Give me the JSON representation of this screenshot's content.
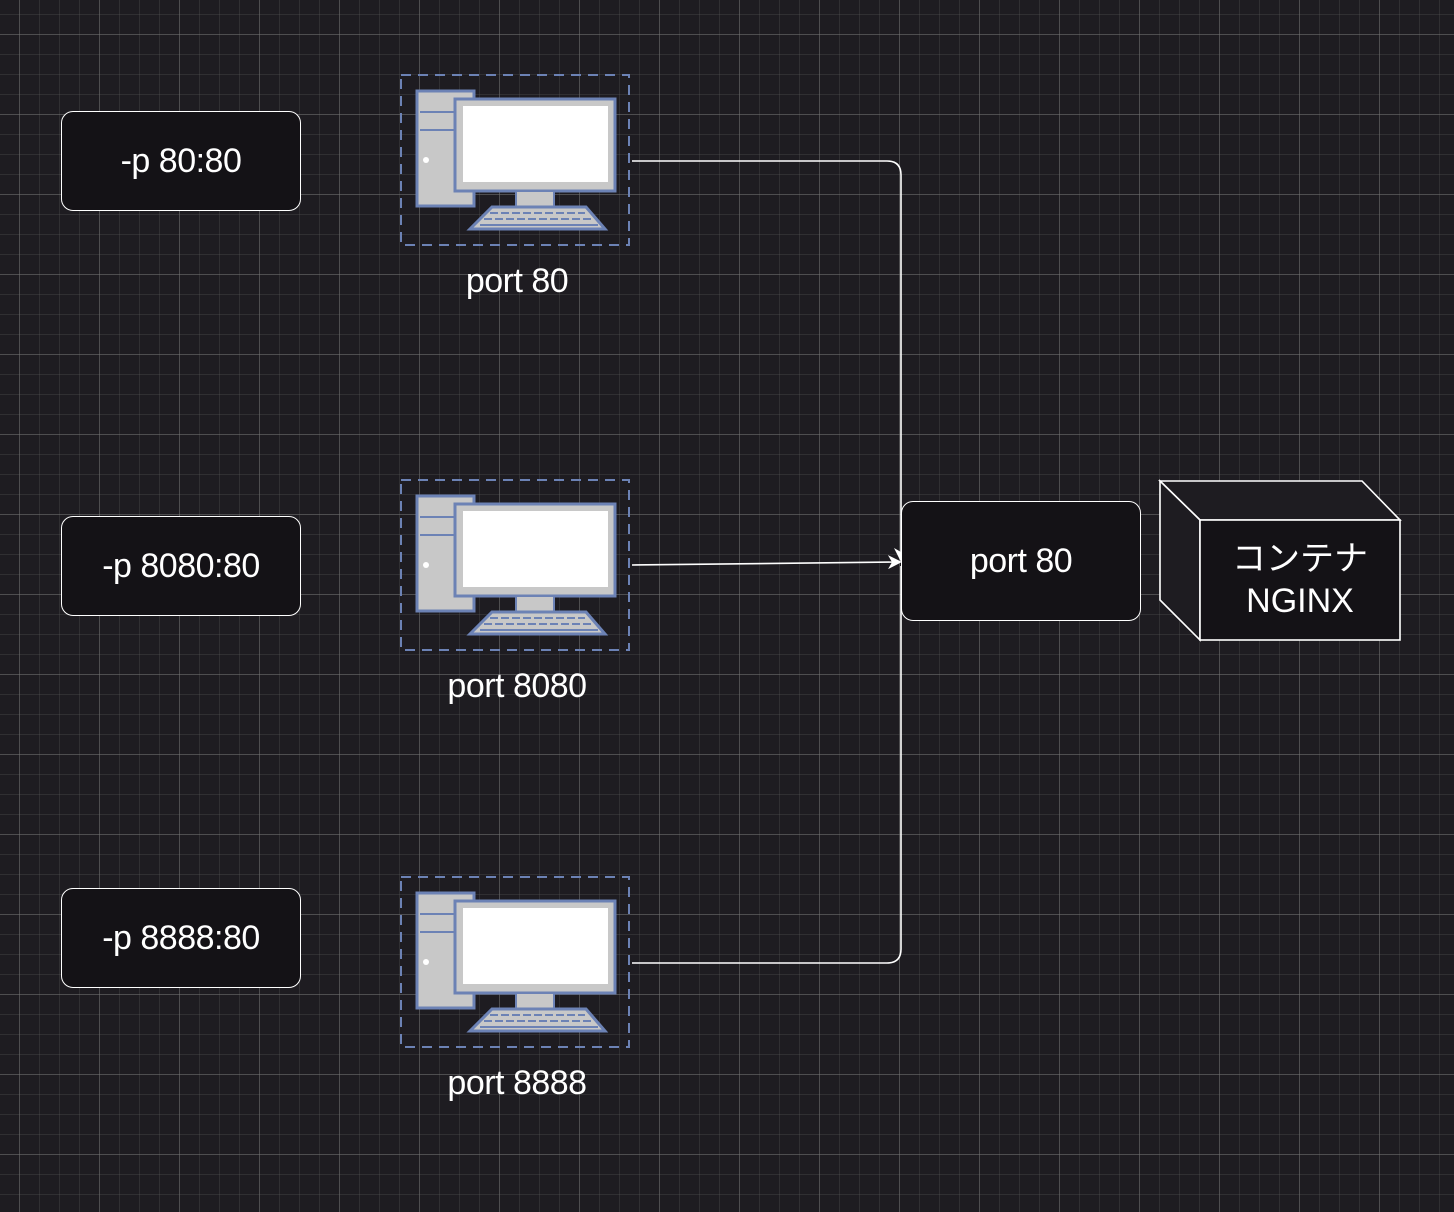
{
  "mappings": [
    {
      "label": "-p 80:80",
      "host_port_label": "port 80"
    },
    {
      "label": "-p 8080:80",
      "host_port_label": "port 8080"
    },
    {
      "label": "-p 8888:80",
      "host_port_label": "port 8888"
    }
  ],
  "container_port": {
    "label": "port 80"
  },
  "container": {
    "line1": "コンテナ",
    "line2": "NGINX"
  },
  "colors": {
    "background": "#1e1c21",
    "line": "#ffffff",
    "icon_outline": "#6c82b5",
    "icon_fill": "#c8c8c8",
    "screen": "#ffffff"
  }
}
